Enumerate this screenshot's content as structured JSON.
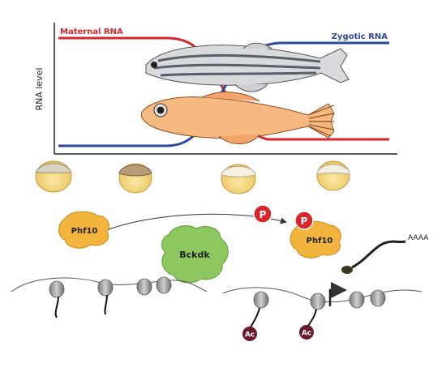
{
  "chart": {
    "maternal_label": "Maternal RNA",
    "zygotic_label": "Zygotic RNA",
    "ylabel": "RNA level",
    "colors": {
      "maternal": "#d9262b",
      "zygotic": "#2b4a9a"
    }
  },
  "proteins": {
    "phf10_left": "Phf10",
    "phf10_right": "Phf10",
    "bckdk": "Bckdk",
    "phospho_left": "P",
    "phospho_right": "P",
    "colors": {
      "phf10": "#f2b43c",
      "bckdk": "#8cc85f",
      "phospho": "#d9262b"
    }
  },
  "chromatin": {
    "acetyl_left": "Ac",
    "acetyl_right": "Ac",
    "polyA": "AAAA",
    "colors": {
      "acetyl": "#6b1a2b",
      "nucleosome": "#9a9a9a"
    }
  }
}
